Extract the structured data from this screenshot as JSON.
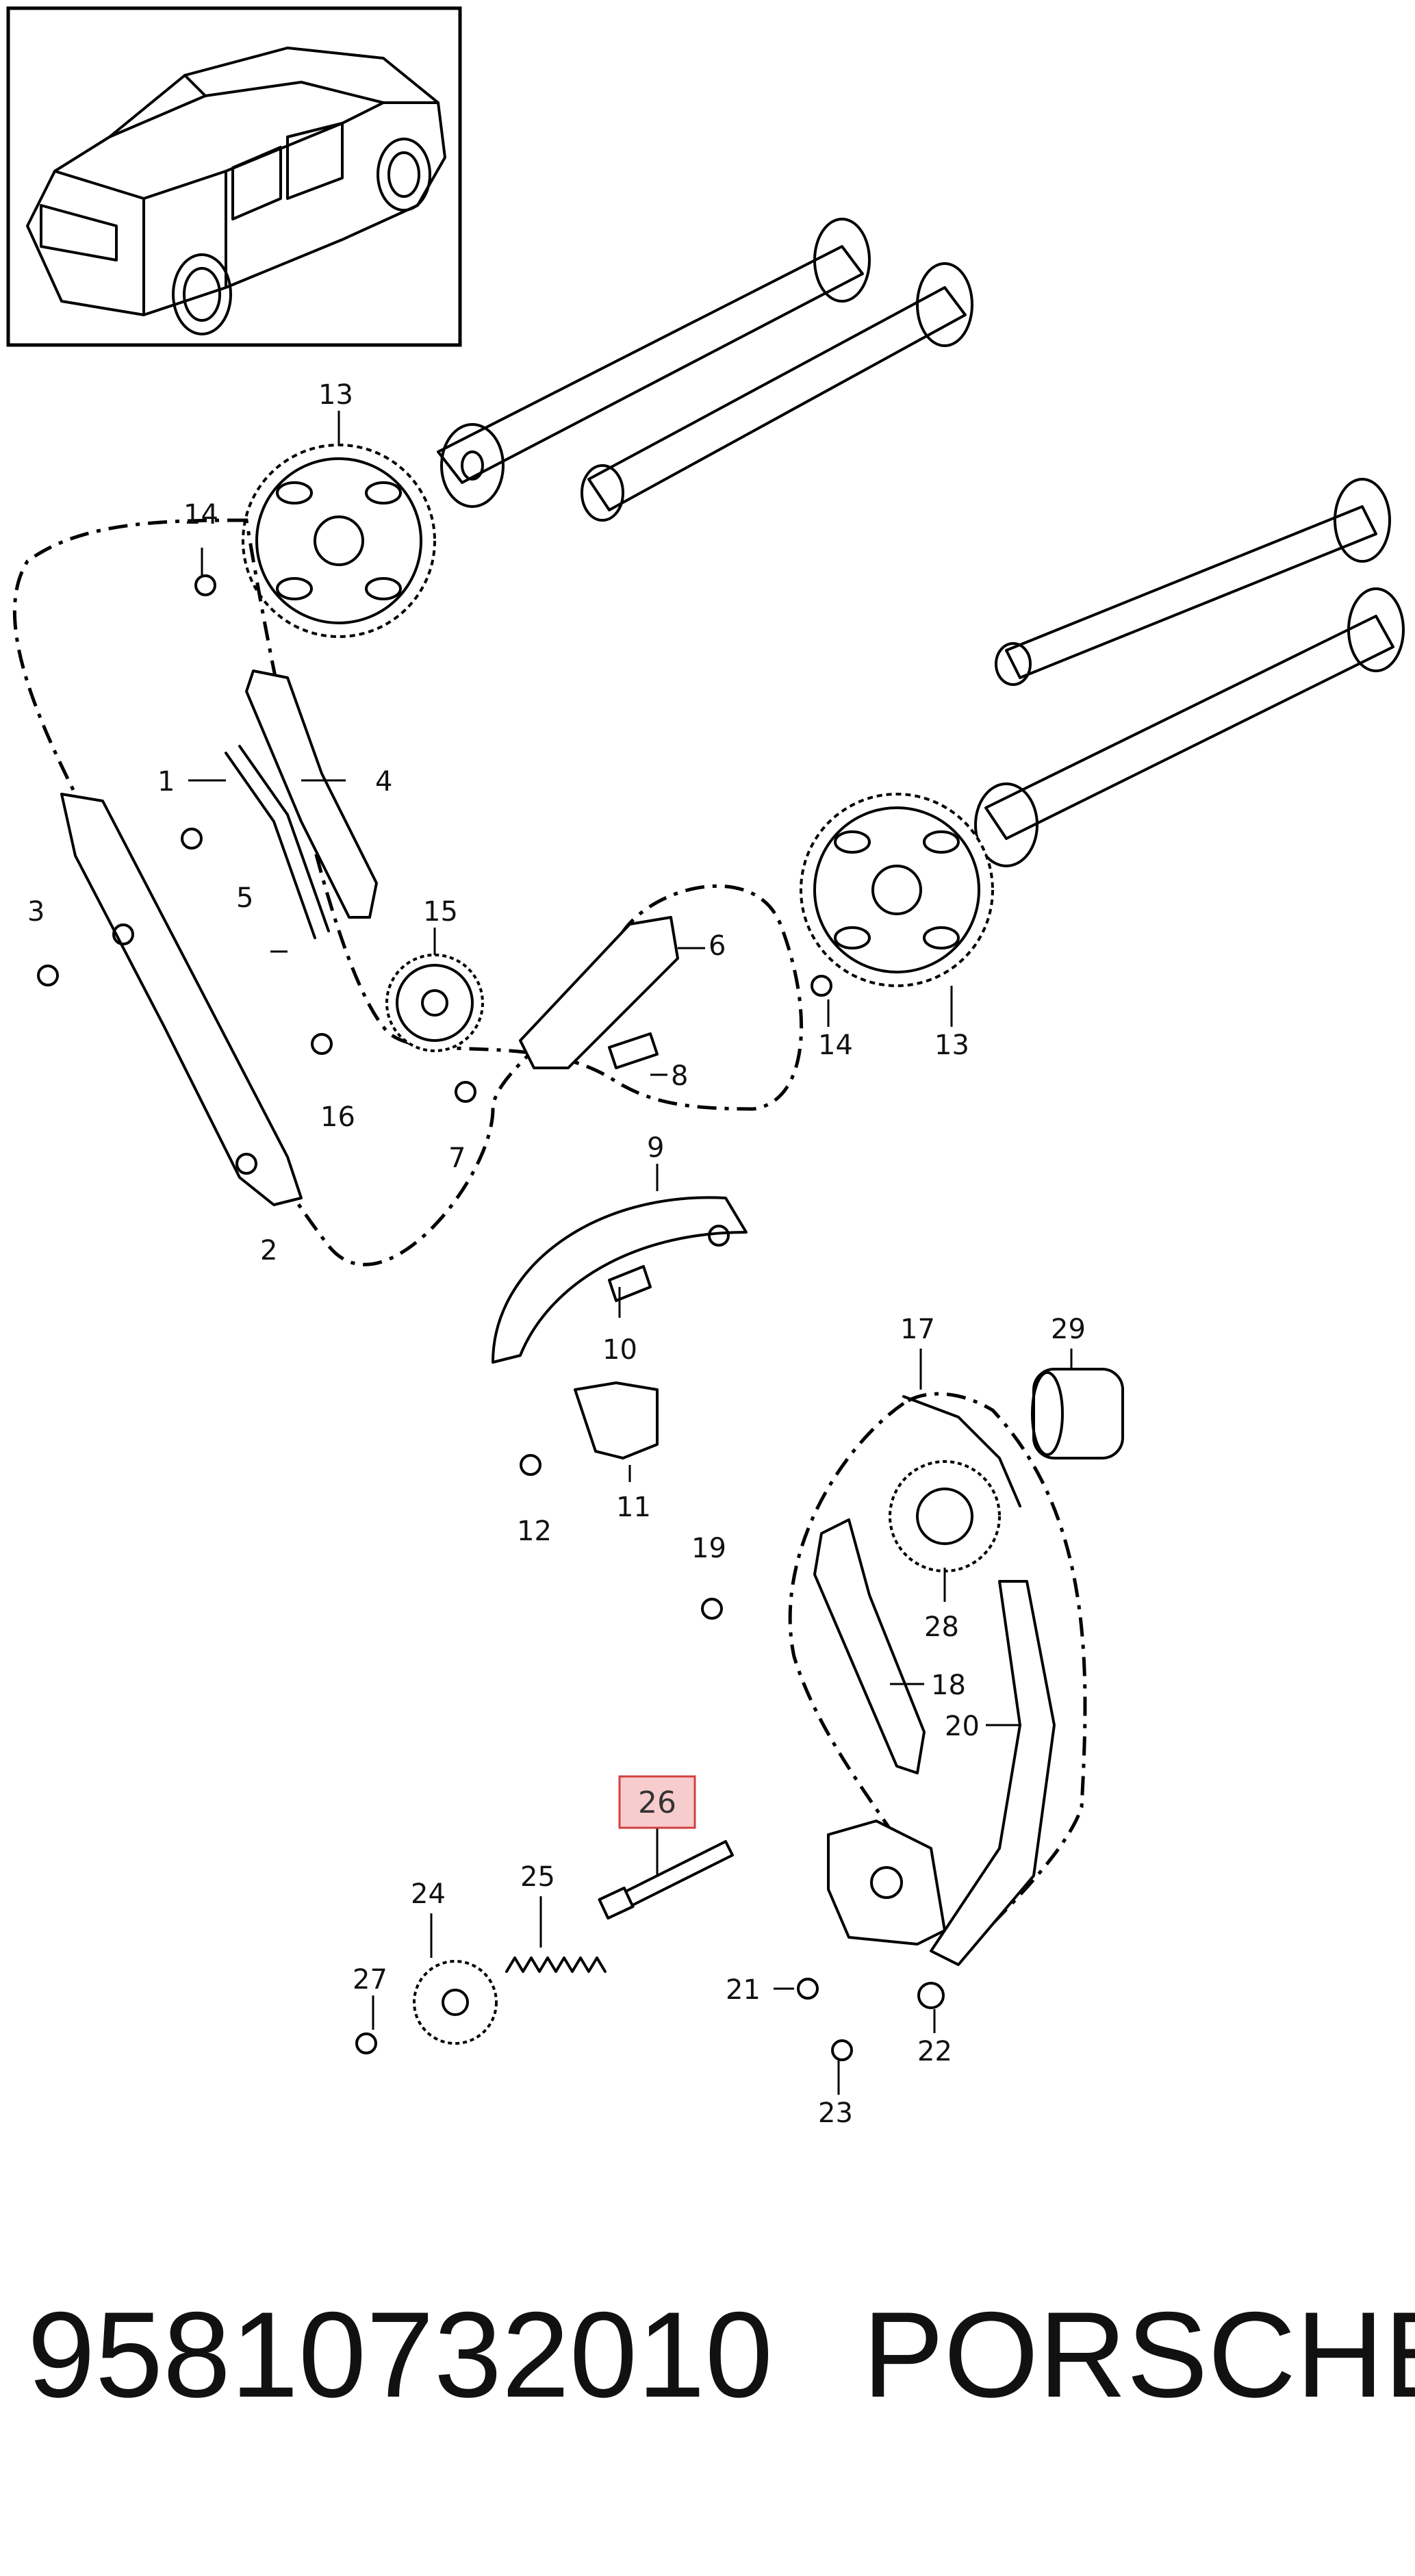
{
  "labels": {
    "l1": "1",
    "l2": "2",
    "l3": "3",
    "l4": "4",
    "l5": "5",
    "l6": "6",
    "l7": "7",
    "l8": "8",
    "l9": "9",
    "l10": "10",
    "l11": "11",
    "l12": "12",
    "l13a": "13",
    "l13b": "13",
    "l14a": "14",
    "l14b": "14",
    "l15": "15",
    "l16": "16",
    "l17": "17",
    "l18": "18",
    "l19": "19",
    "l20": "20",
    "l21": "21",
    "l22": "22",
    "l23": "23",
    "l24": "24",
    "l25": "25",
    "l26": "26",
    "l27": "27",
    "l28": "28",
    "l29": "29"
  },
  "highlighted_part": "26",
  "highlight_color": "#f7cccc",
  "footer": {
    "part_number": "95810732010",
    "brand": "PORSCHE"
  }
}
